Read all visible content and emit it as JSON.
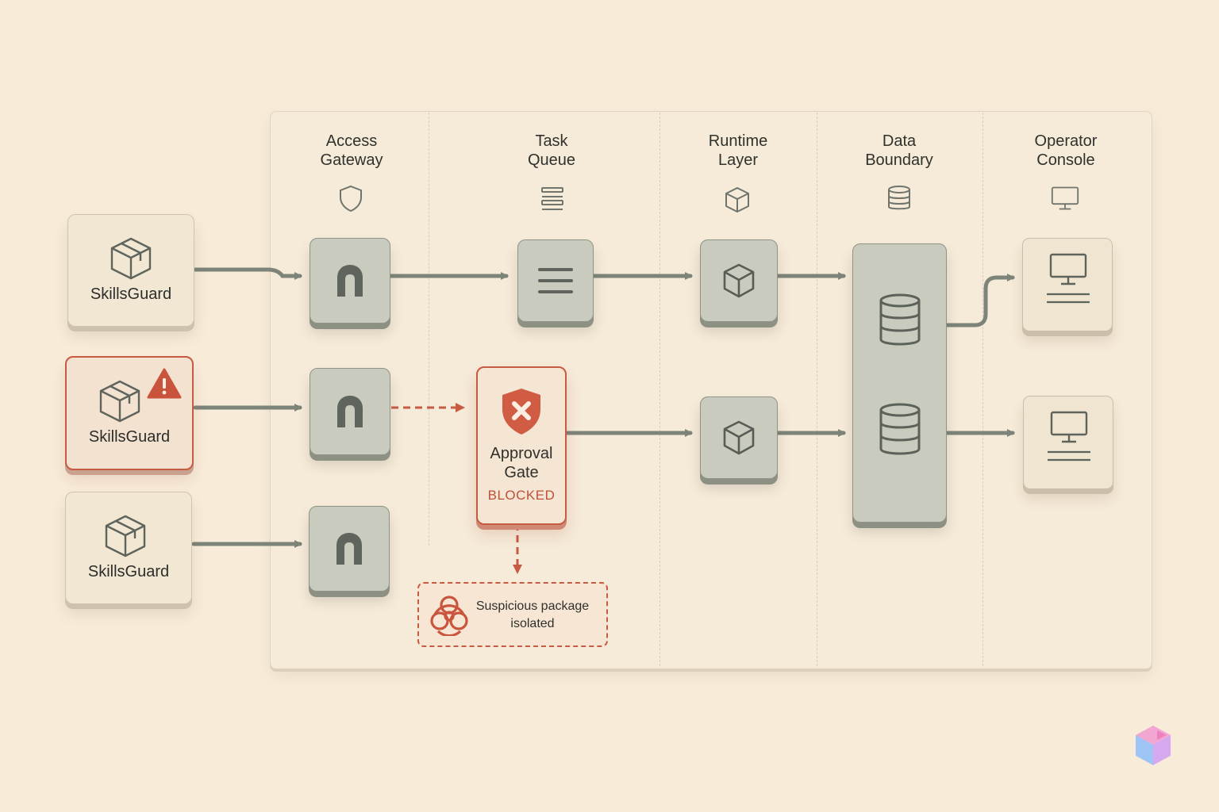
{
  "columns": [
    {
      "title_line1": "Access",
      "title_line2": "Gateway",
      "icon": "shield-icon"
    },
    {
      "title_line1": "Task",
      "title_line2": "Queue",
      "icon": "stack-icon"
    },
    {
      "title_line1": "Runtime",
      "title_line2": "Layer",
      "icon": "cube-icon"
    },
    {
      "title_line1": "Data",
      "title_line2": "Boundary",
      "icon": "database-icon"
    },
    {
      "title_line1": "Operator",
      "title_line2": "Console",
      "icon": "monitor-icon"
    }
  ],
  "sources": [
    {
      "label": "SkillsGuard",
      "status": "normal",
      "icon": "package-icon"
    },
    {
      "label": "SkillsGuard",
      "status": "warning",
      "icon": "package-icon",
      "badge": "warning-triangle-icon"
    },
    {
      "label": "SkillsGuard",
      "status": "normal",
      "icon": "package-icon"
    }
  ],
  "approval_gate": {
    "title_line1": "Approval",
    "title_line2": "Gate",
    "status": "BLOCKED",
    "icon": "shield-x-icon"
  },
  "quarantine": {
    "line1": "Suspicious package",
    "line2": "isolated",
    "icon": "biohazard-icon"
  },
  "colors": {
    "background": "#f8ecd9",
    "node_fill": "#c8cbbd",
    "wire": "#7d8479",
    "alert": "#c75a43"
  }
}
